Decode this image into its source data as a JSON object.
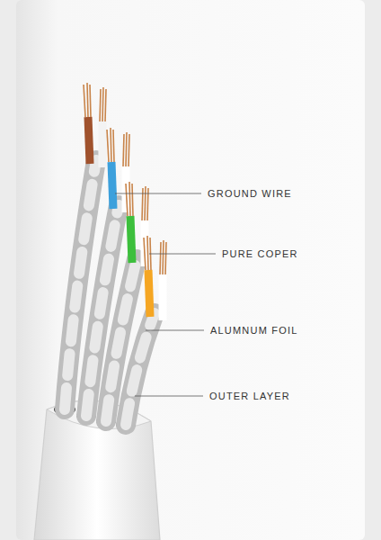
{
  "diagram": {
    "labels": [
      "GROUND WIRE",
      "PURE COPER",
      "ALUMNUM FOIL",
      "OUTER LAYER"
    ]
  }
}
